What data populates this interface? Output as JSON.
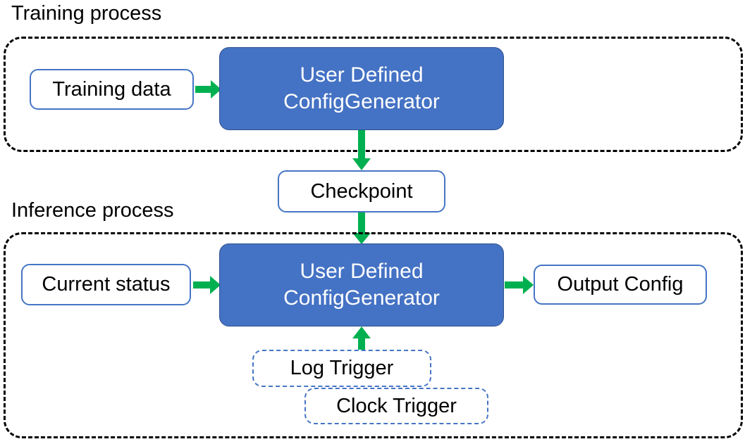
{
  "figure": {
    "type": "flow-diagram",
    "background_color": "#FFFFFF",
    "accent_blue": "#4472C4",
    "accent_blue_border": "#2F528F",
    "node_outline_blue": "#4575C4",
    "arrow_green": "#00B050",
    "group_border_color": "#000000"
  },
  "sections": {
    "training": {
      "title": "Training process",
      "input_node": {
        "label": "Training data"
      },
      "process_node": {
        "line1": "User Defined",
        "line2": "ConfigGenerator"
      }
    },
    "inference": {
      "title": "Inference process",
      "input_node": {
        "label": "Current status"
      },
      "process_node": {
        "line1": "User Defined",
        "line2": "ConfigGenerator"
      },
      "output_node": {
        "label": "Output Config"
      },
      "triggers": [
        {
          "label": "Log Trigger"
        },
        {
          "label": "Clock Trigger"
        }
      ]
    }
  },
  "shared": {
    "checkpoint_node": {
      "label": "Checkpoint"
    }
  },
  "arrows": [
    {
      "name": "training-data-to-generator",
      "direction": "right"
    },
    {
      "name": "training-generator-to-checkpoint",
      "direction": "down"
    },
    {
      "name": "checkpoint-to-inference-generator",
      "direction": "down"
    },
    {
      "name": "current-status-to-generator",
      "direction": "right"
    },
    {
      "name": "generator-to-output-config",
      "direction": "right"
    },
    {
      "name": "triggers-to-generator",
      "direction": "up"
    }
  ]
}
